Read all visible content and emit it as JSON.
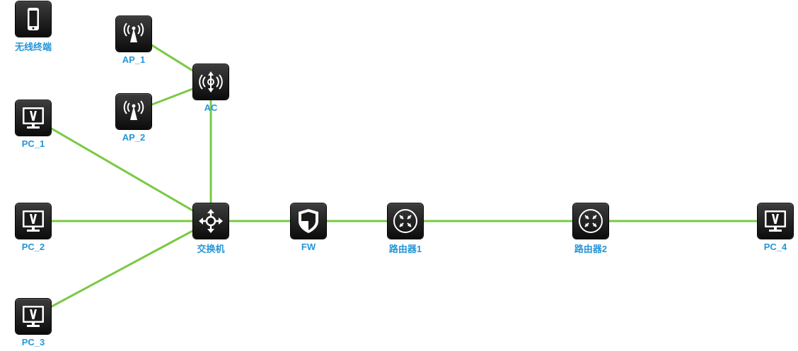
{
  "link_color": "#7ac943",
  "label_color": "#2596d6",
  "nodes": {
    "wireless": {
      "label": "无线终端",
      "icon": "mobile-phone-icon"
    },
    "ap1": {
      "label": "AP_1",
      "icon": "wireless-ap-icon"
    },
    "ap2": {
      "label": "AP_2",
      "icon": "wireless-ap-icon"
    },
    "ac": {
      "label": "AC",
      "icon": "wireless-controller-icon"
    },
    "pc1": {
      "label": "PC_1",
      "icon": "monitor-icon"
    },
    "pc2": {
      "label": "PC_2",
      "icon": "monitor-icon"
    },
    "pc3": {
      "label": "PC_3",
      "icon": "monitor-icon"
    },
    "switch": {
      "label": "交换机",
      "icon": "switch-icon"
    },
    "fw": {
      "label": "FW",
      "icon": "firewall-shield-icon"
    },
    "r1": {
      "label": "路由器1",
      "icon": "router-icon"
    },
    "r2": {
      "label": "路由器2",
      "icon": "router-icon"
    },
    "pc4": {
      "label": "PC_4",
      "icon": "monitor-icon"
    }
  },
  "links": [
    [
      "ap1",
      "ac"
    ],
    [
      "ap2",
      "ac"
    ],
    [
      "ac",
      "switch"
    ],
    [
      "pc1",
      "switch"
    ],
    [
      "pc2",
      "switch"
    ],
    [
      "pc3",
      "switch"
    ],
    [
      "switch",
      "fw"
    ],
    [
      "fw",
      "r1"
    ],
    [
      "r1",
      "r2"
    ],
    [
      "r2",
      "pc4"
    ]
  ]
}
